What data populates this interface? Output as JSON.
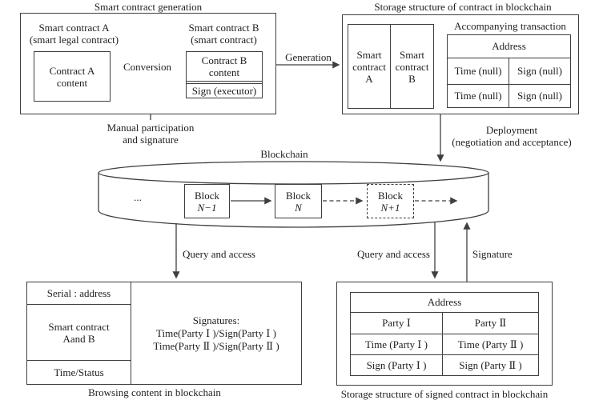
{
  "colors": {
    "line": "#3f3f3f",
    "text": "#1e1e1e",
    "bg": "#ffffff"
  },
  "top_left": {
    "section_title": "Smart contract generation",
    "contract_a_label": "Smart contract A\n(smart legal contract)",
    "contract_a_content": "Contract A\ncontent",
    "conversion_label": "Conversion",
    "contract_b_label": "Smart contract B\n(smart contract)",
    "contract_b_content": "Contract B\ncontent",
    "contract_b_sign": "Sign (executor)",
    "manual_label": "Manual participation\nand signature"
  },
  "generation_label": "Generation",
  "top_right": {
    "section_title": "Storage structure of contract in blockchain",
    "contract_a_cell": "Smart\ncontract\nA",
    "contract_b_cell": "Smart\ncontract\nB",
    "accompanying_title": "Accompanying transaction",
    "address_header": "Address",
    "rows": [
      {
        "time": "Time (null)",
        "sign": "Sign (null)"
      },
      {
        "time": "Time (null)",
        "sign": "Sign (null)"
      }
    ]
  },
  "deployment_label": "Deployment\n(negotiation and acceptance)",
  "blockchain": {
    "label": "Blockchain",
    "ellipsis": "...",
    "blocks": [
      {
        "name": "Block",
        "index": "N−1"
      },
      {
        "name": "Block",
        "index": "N"
      },
      {
        "name": "Block",
        "index": "N+1"
      }
    ]
  },
  "edges": {
    "query_left": "Query and access",
    "query_right": "Query and access",
    "signature": "Signature"
  },
  "bottom_left": {
    "row_serial": "Serial : address",
    "row_contract": "Smart contract\nAand B",
    "row_time": "Time/Status",
    "signatures": "Signatures:\nTime(Party Ⅰ )/Sign(Party Ⅰ )\nTime(Party Ⅱ )/Sign(Party Ⅱ )",
    "caption": "Browsing content in blockchain"
  },
  "bottom_right": {
    "address_header": "Address",
    "rows": [
      {
        "left": "Party Ⅰ",
        "right": "Party Ⅱ"
      },
      {
        "left": "Time (Party Ⅰ )",
        "right": "Time (Party Ⅱ )"
      },
      {
        "left": "Sign (Party Ⅰ )",
        "right": "Sign (Party Ⅱ )"
      }
    ],
    "caption": "Storage  structure of signed contract in blockchain"
  }
}
